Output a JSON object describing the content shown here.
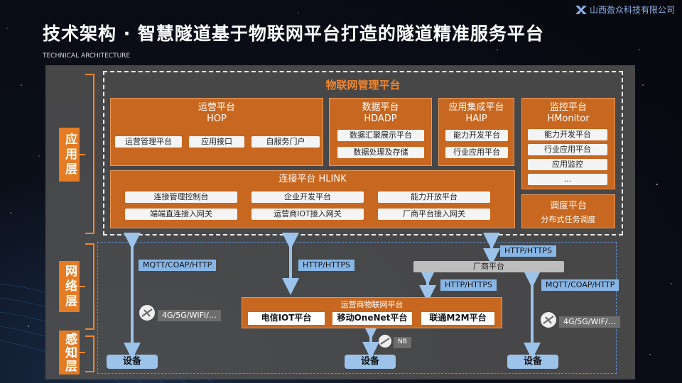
{
  "header": {
    "company": "山西盈众科技有限公司",
    "title": "技术架构 · 智慧隧道基于物联网平台打造的隧道精准服务平台",
    "subtitle": "TECHNICAL ARCHITECTURE"
  },
  "layers": {
    "app": "应用层",
    "net": "网络层",
    "sense": "感知层"
  },
  "app": {
    "title": "物联网管理平台",
    "hop": {
      "name": "运营平台",
      "code": "HOP",
      "items": [
        "运营管理平台",
        "应用接口",
        "自服务门户"
      ]
    },
    "hdadp": {
      "name": "数据平台",
      "code": "HDADP",
      "items": [
        "数据汇聚展示平台",
        "数据处理及存储"
      ]
    },
    "haip": {
      "name": "应用集成平台",
      "code": "HAIP",
      "items": [
        "能力开发平台",
        "行业应用平台"
      ]
    },
    "hmonitor": {
      "name": "监控平台",
      "code": "HMonitor",
      "items": [
        "能力开发平台",
        "行业应用平台",
        "应用监控",
        "..."
      ]
    },
    "hlink": {
      "title": "连接平台 HLINK",
      "items": [
        "连接管理控制台",
        "企业开发平台",
        "能力开放平台",
        "端端直连接入网关",
        "运营商IOT接入网关",
        "厂商平台接入网关"
      ]
    },
    "dispatch": {
      "title": "调度平台",
      "sub": "分布式任务调度"
    }
  },
  "network": {
    "proto_left": "MQTT/COAP/HTTP",
    "proto_mid": "HTTP/HTTPS",
    "proto_vendor_top": "HTTP/HTTPS",
    "vendor_platform": "厂商平台",
    "proto_vendor_bottom": "HTTP/HTTPS",
    "proto_right": "MQTT/COAP/HTTP",
    "wireless_left": "4G/5G/WIFI/…",
    "wireless_right": "4G/5G/WIF/…",
    "operator_title": "运营商物联网平台",
    "operator_items": [
      "电信IOT平台",
      "移动OneNet平台",
      "联通M2M平台"
    ],
    "nb": "NB"
  },
  "devices": [
    "设备",
    "设备",
    "设备"
  ],
  "colors": {
    "orange": "#c8671f",
    "accent": "#f0862f",
    "blue": "#87b6e6"
  }
}
